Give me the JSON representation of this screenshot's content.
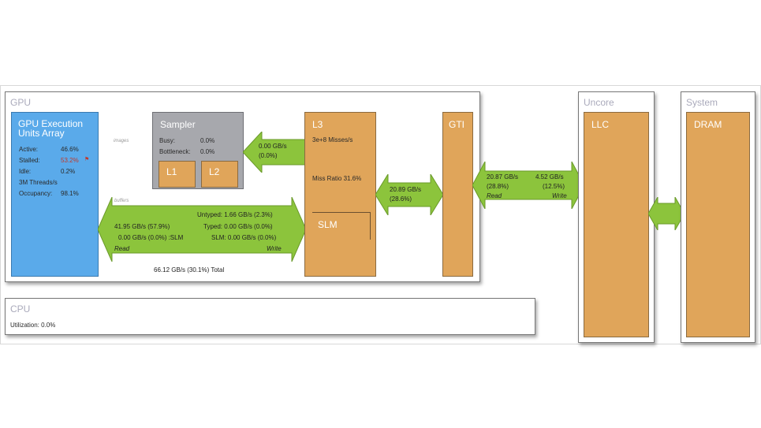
{
  "gpu": {
    "title": "GPU",
    "eu": {
      "title_line1": "GPU Execution",
      "title_line2": "Units Array",
      "active_label": "Active:",
      "active_value": "46.6%",
      "stalled_label": "Stalled:",
      "stalled_value": "53.2%",
      "stalled_flag": "⚑",
      "idle_label": "Idle:",
      "idle_value": "0.2%",
      "threads": "3M Threads/s",
      "occupancy_label": "Occupancy:",
      "occupancy_value": "98.1%"
    },
    "images_label": "images",
    "buffers_label": "buffers",
    "sampler": {
      "title": "Sampler",
      "busy_label": "Busy:",
      "busy_value": "0.0%",
      "bottleneck_label": "Bottleneck:",
      "bottleneck_value": "0.0%",
      "l1": "L1",
      "l2": "L2"
    },
    "sampler_arrow": {
      "line1": "0.00 GB/s",
      "line2": "(0.0%)"
    },
    "buffers_arrow": {
      "read1": "41.95 GB/s (57.9%)",
      "read2": "0.00 GB/s (0.0%) :SLM",
      "read_label": "Read",
      "write_untyped": "Untyped: 1.66 GB/s (2.3%)",
      "write_typed": "Typed: 0.00 GB/s (0.0%)",
      "write_slm": "SLM: 0.00 GB/s (0.0%)",
      "write_label": "Write",
      "total": "66.12 GB/s (30.1%) Total"
    },
    "l3": {
      "title": "L3",
      "misses": "3e+8 Misses/s",
      "miss_ratio": "Miss Ratio 31.6%",
      "slm": "SLM"
    },
    "l3_gti_arrow": {
      "line1": "20.89 GB/s",
      "line2": "(28.6%)"
    },
    "gti": {
      "title": "GTI"
    }
  },
  "gti_llc_arrow": {
    "read_value": "20.87 GB/s",
    "read_pct": "(28.8%)",
    "read_label": "Read",
    "write_value": "4.52 GB/s",
    "write_pct": "(12.5%)",
    "write_label": "Write"
  },
  "uncore": {
    "title": "Uncore",
    "llc": "LLC"
  },
  "system": {
    "title": "System",
    "dram": "DRAM"
  },
  "cpu": {
    "title": "CPU",
    "utilization": "Utilization: 0.0%"
  },
  "colors": {
    "arrow": "#8cc43c",
    "block": "#e0a55a",
    "eu": "#5aaaea",
    "sampler": "#a7a8ad",
    "stalled": "#c0392b"
  }
}
